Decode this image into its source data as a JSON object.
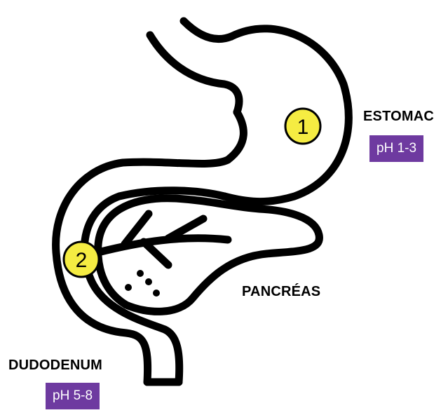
{
  "labels": {
    "stomach": "ESTOMAC",
    "stomach_ph": "pH 1-3",
    "duodenum": "DUDODENUM",
    "duodenum_ph": "pH 5-8",
    "pancreas": "PANCRÉAS"
  },
  "markers": {
    "stomach": "1",
    "duodenum": "2"
  },
  "colors": {
    "outline": "#000000",
    "badge": "#6e3aa0",
    "marker": "#f5ec42"
  }
}
